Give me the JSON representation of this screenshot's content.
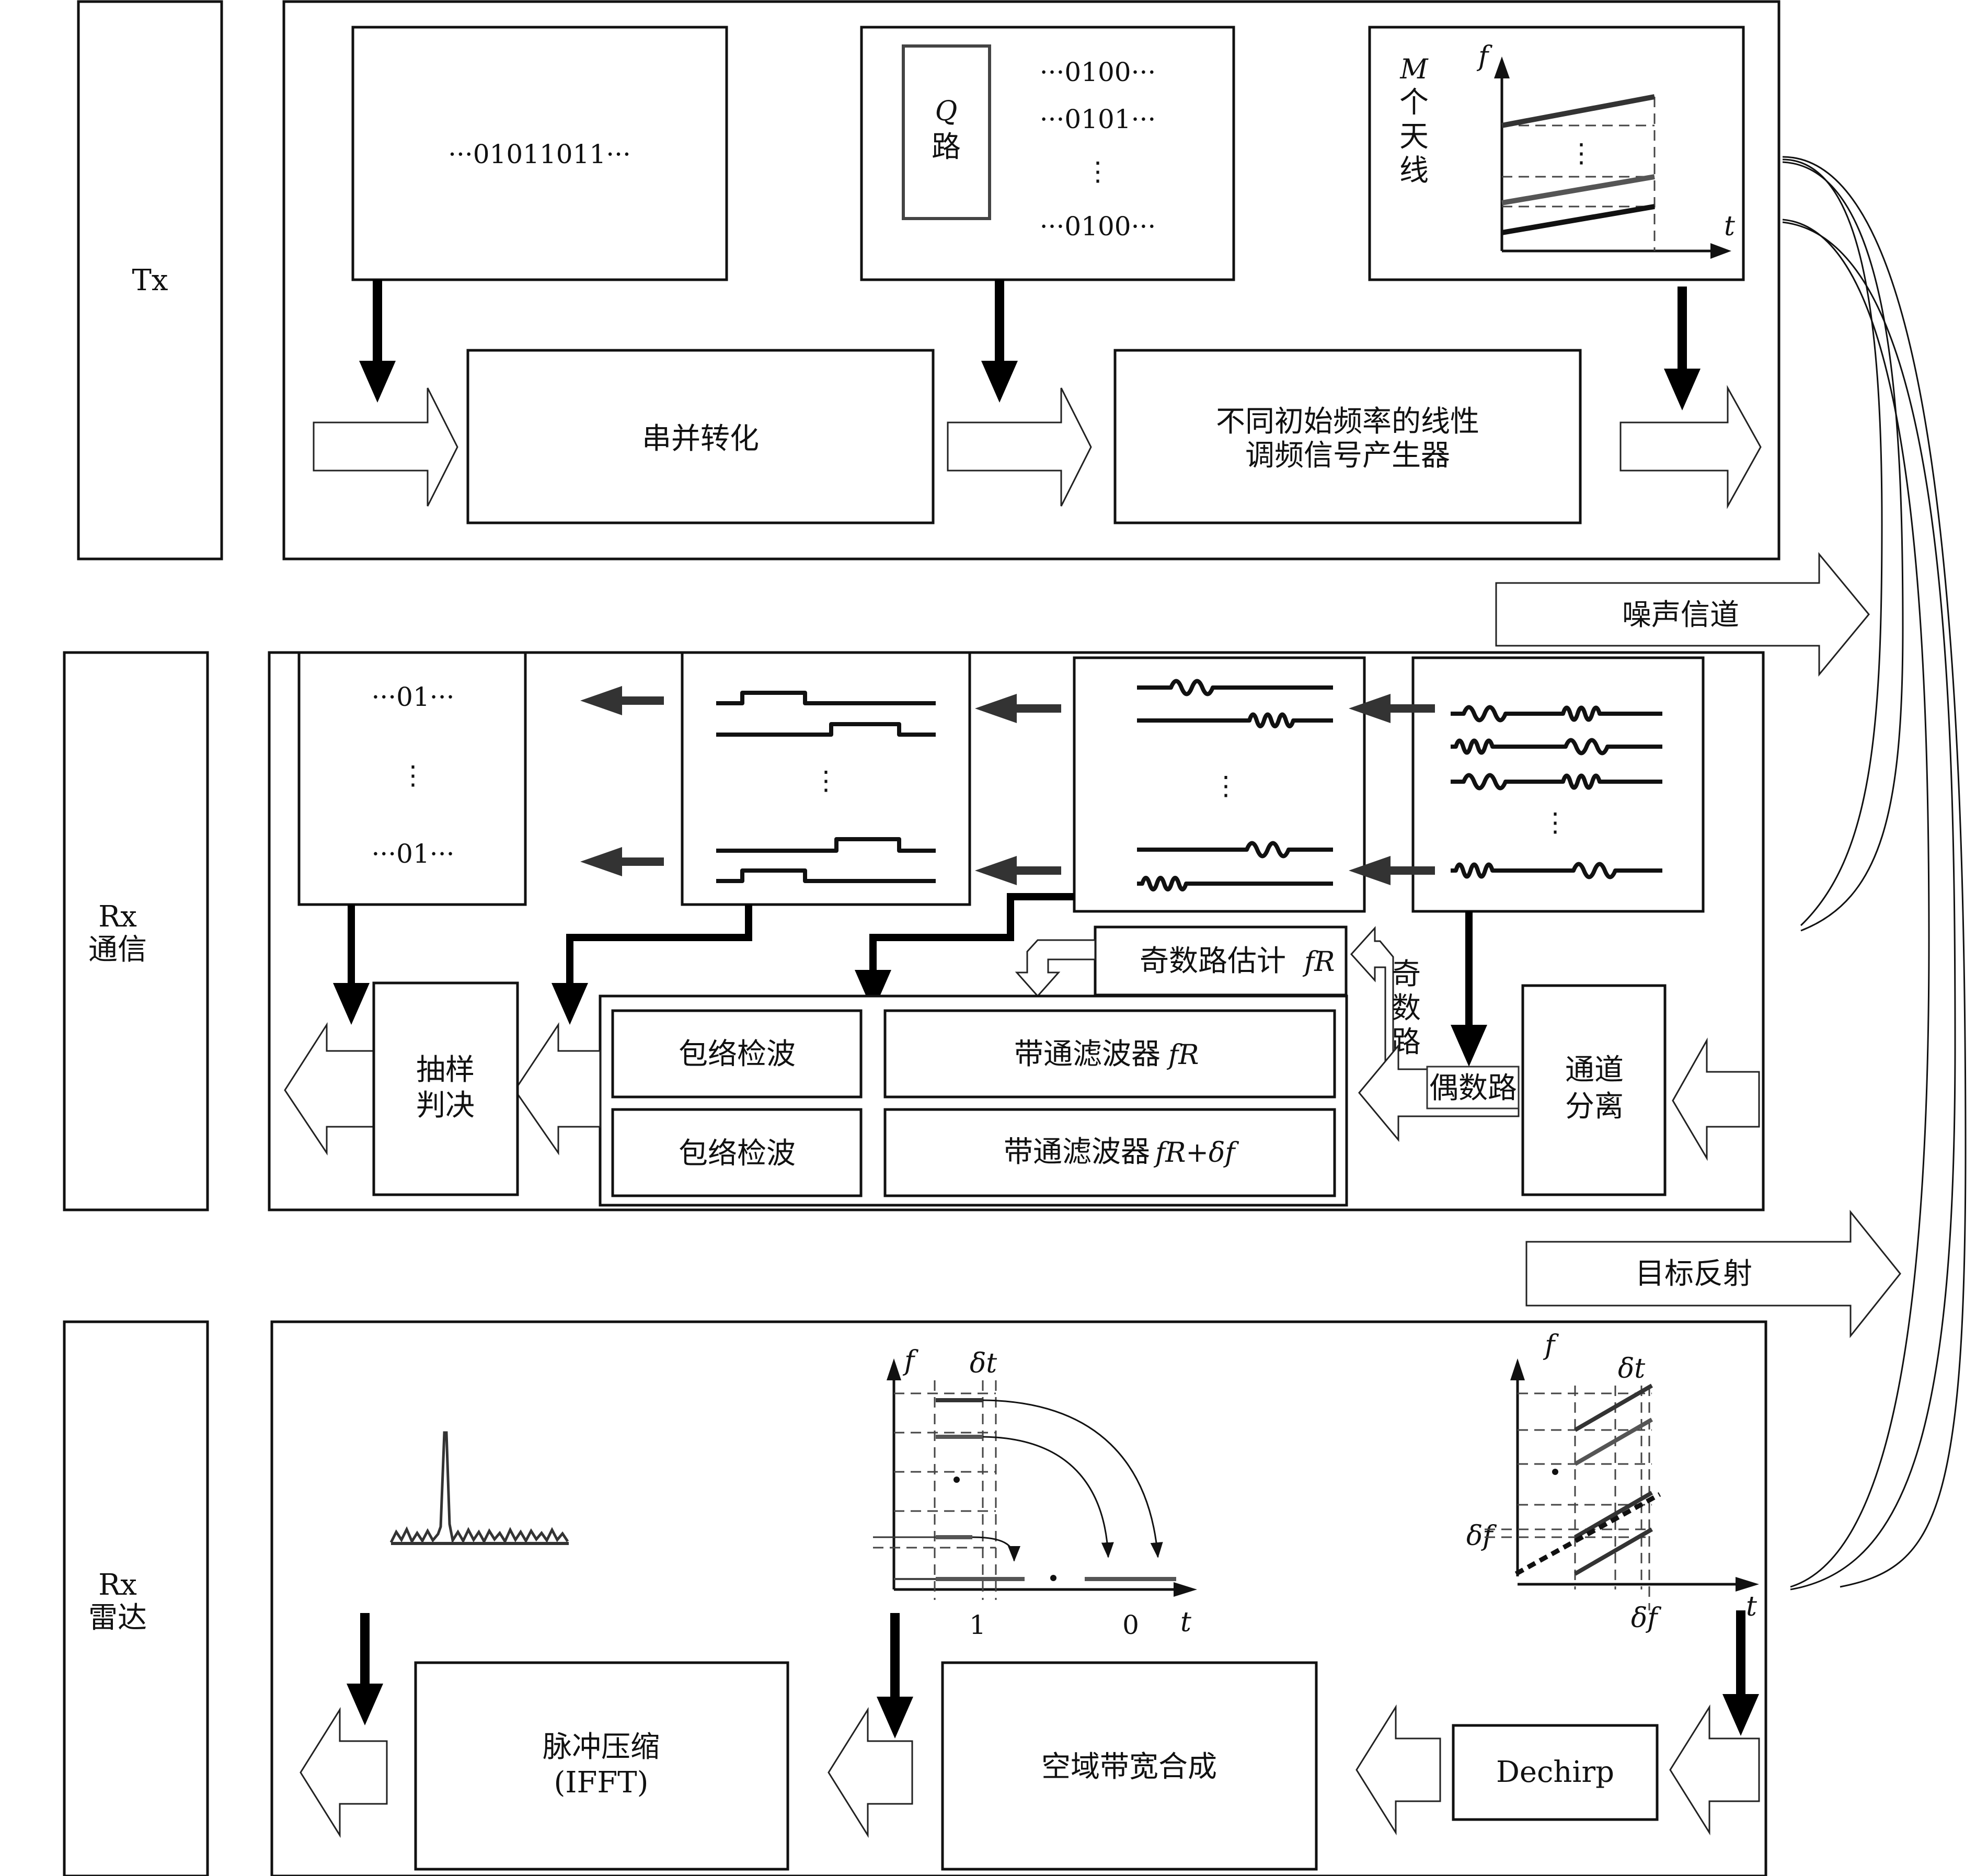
{
  "rows": {
    "tx": "Tx",
    "rx_comm": [
      "Rx",
      "通信"
    ],
    "rx_radar": [
      "Rx",
      "雷达"
    ]
  },
  "tx": {
    "bitstream": "···01011011···",
    "q_path": [
      "Q",
      "路"
    ],
    "parallel_bits": [
      "···0100···",
      "···0101···",
      "⋮",
      "···0100···"
    ],
    "antennas": [
      "M",
      "个",
      "天",
      "线"
    ],
    "axis_f": "f",
    "axis_t": "t",
    "serial_parallel": "串并转化",
    "chirp_generator": [
      "不同初始频率的线性",
      "调频信号产生器"
    ]
  },
  "channel": {
    "noise": "噪声信道",
    "target": "目标反射"
  },
  "rx_comm": {
    "bits_top": "···01···",
    "bits_bottom": "···01···",
    "odd_estimate": "奇数路估计",
    "odd_estimate_sym": "fR",
    "odd_path": [
      "奇",
      "数",
      "路"
    ],
    "even_path": "偶数路",
    "channel_separation": [
      "通道",
      "分离"
    ],
    "envelope_1": "包络检波",
    "envelope_2": "包络检波",
    "bandpass_1": "带通滤波器",
    "bandpass_1_sym": "fR",
    "bandpass_2": "带通滤波器",
    "bandpass_2_sym": "fR+δf",
    "decision": [
      "抽样",
      "判决"
    ],
    "vdots": "⋮"
  },
  "rx_radar": {
    "dechirp": "Dechirp",
    "synthesis": "空域带宽合成",
    "pulse_compression": [
      "脉冲压缩",
      "(IFFT)"
    ],
    "axis_f": "f",
    "axis_t": "t",
    "delta_t": "δt",
    "delta_f": "δf",
    "tick_1": "1",
    "tick_0": "0"
  }
}
